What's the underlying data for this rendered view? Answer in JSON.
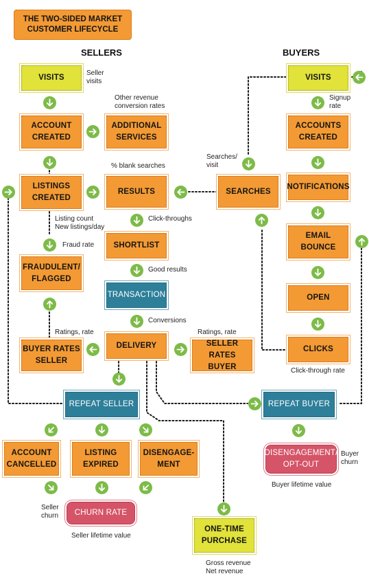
{
  "title": "THE TWO-SIDED MARKET\nCUSTOMER LIFECYCLE",
  "headers": {
    "sellers": "SELLERS",
    "buyers": "BUYERS"
  },
  "nodes": {
    "visits_seller": "VISITS",
    "account_created": "ACCOUNT\nCREATED",
    "additional_services": "ADDITIONAL\nSERVICES",
    "listings_created": "LISTINGS\nCREATED",
    "results": "RESULTS",
    "searches": "SEARCHES",
    "shortlist": "SHORTLIST",
    "transaction": "TRANSACTION",
    "fraudulent_flagged": "FRAUDULENT/\nFLAGGED",
    "delivery": "DELIVERY",
    "buyer_rates_seller": "BUYER RATES\nSELLER",
    "seller_rates_buyer": "SELLER RATES\nBUYER",
    "repeat_seller": "REPEAT SELLER",
    "repeat_buyer": "REPEAT BUYER",
    "account_cancelled": "ACCOUNT\nCANCELLED",
    "listing_expired": "LISTING\nEXPIRED",
    "disengagement": "DISENGAGE-\nMENT",
    "churn_rate": "CHURN RATE",
    "one_time_purchase": "ONE-TIME\nPURCHASE",
    "visits_buyer": "VISITS",
    "accounts_created": "ACCOUNTS\nCREATED",
    "notifications": "NOTIFICATIONS",
    "email_bounce": "EMAIL\nBOUNCE",
    "open": "OPEN",
    "clicks": "CLICKS",
    "disengagement_opt_out": "DISENGAGEMENT/\nOPT-OUT"
  },
  "labels": {
    "seller_visits": "Seller\nvisits",
    "other_revenue": "Other revenue\nconversion rates",
    "blank_searches": "% blank searches",
    "searches_visit": "Searches/\nvisit",
    "signup_rate": "Signup\nrate",
    "listing_count": "Listing count\nNew listings/day",
    "click_throughs": "Click-throughs",
    "fraud_rate": "Fraud rate",
    "good_results": "Good results",
    "conversions": "Conversions",
    "ratings_rate_left": "Ratings, rate",
    "ratings_rate_right": "Ratings, rate",
    "click_through_rate": "Click-through rate",
    "buyer_churn": "Buyer\nchurn",
    "buyer_lifetime_value": "Buyer lifetime value",
    "seller_churn": "Seller\nchurn",
    "seller_lifetime_value": "Seller lifetime value",
    "gross_net_revenue": "Gross revenue\nNet revenue"
  },
  "colors": {
    "orange": "#f39a34",
    "yellow": "#e1e23a",
    "blue": "#2e7f9a",
    "red": "#d55468",
    "arrow_green": "#7dbb48"
  }
}
